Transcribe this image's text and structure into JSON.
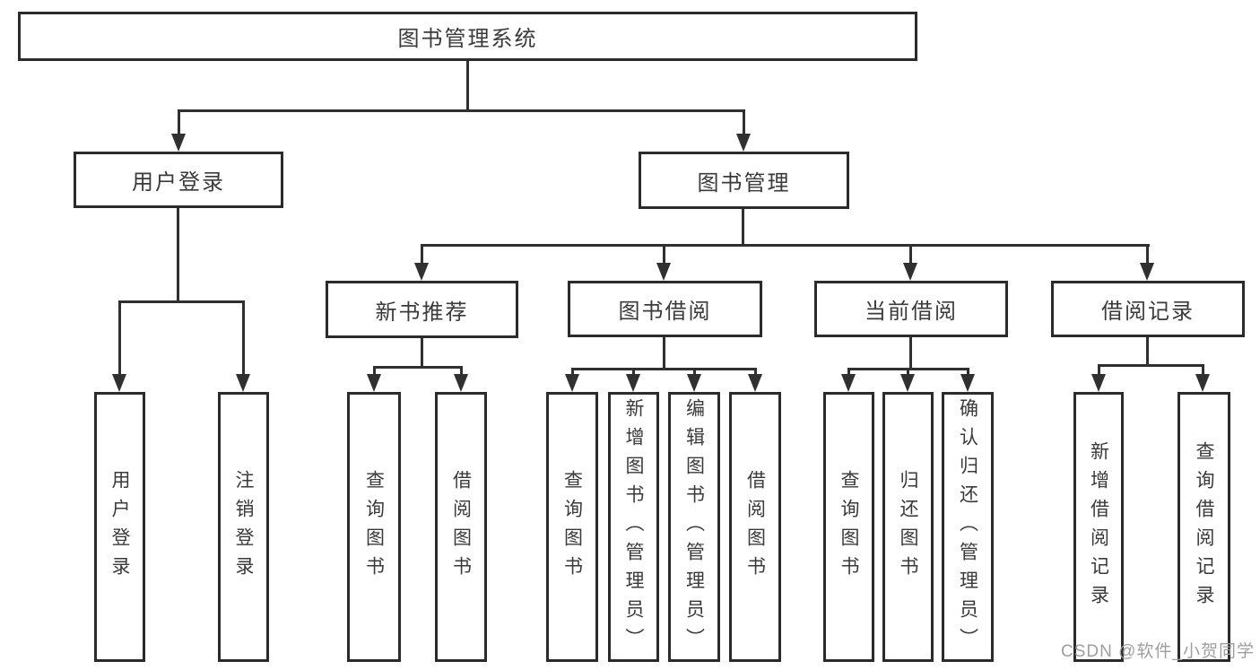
{
  "tree": {
    "label": "图书管理系统",
    "children": [
      {
        "label": "用户登录",
        "children": [
          {
            "label": "用户登录"
          },
          {
            "label": "注销登录"
          }
        ]
      },
      {
        "label": "图书管理",
        "children": [
          {
            "label": "新书推荐",
            "children": [
              {
                "label": "查询图书"
              },
              {
                "label": "借阅图书"
              }
            ]
          },
          {
            "label": "图书借阅",
            "children": [
              {
                "label": "查询图书"
              },
              {
                "label": "新增图书（管理员）"
              },
              {
                "label": "编辑图书（管理员）"
              },
              {
                "label": "借阅图书"
              }
            ]
          },
          {
            "label": "当前借阅",
            "children": [
              {
                "label": "查询图书"
              },
              {
                "label": "归还图书"
              },
              {
                "label": "确认归还（管理员）"
              }
            ]
          },
          {
            "label": "借阅记录",
            "children": [
              {
                "label": "新增借阅记录"
              },
              {
                "label": "查询借阅记录"
              }
            ]
          }
        ]
      }
    ]
  },
  "watermark": {
    "text": "CSDN @软件_小贺同学"
  },
  "colors": {
    "line": "#303030",
    "box_border": "#2b2b2b",
    "text": "#3a3a3a",
    "watermark": "#9e9ea0",
    "background": "#ffffff"
  }
}
